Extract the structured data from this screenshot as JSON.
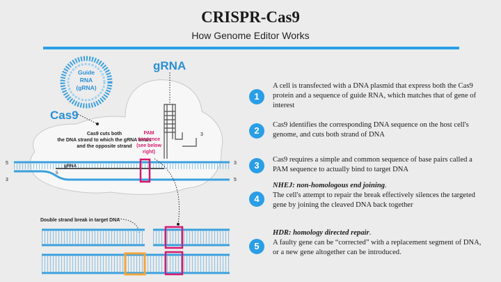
{
  "header": {
    "title": "CRISPR-Cas9",
    "subtitle": "How Genome Editor Works"
  },
  "diagram": {
    "plasmid_label": "Guide RNA (gRNA)",
    "plasmid_label_lines": [
      "Guide",
      "RNA",
      "(gRNA)"
    ],
    "grna_label": "gRNA",
    "cas9_label": "Cas9",
    "cut_note_lines": [
      "Cas9 cuts both",
      "the DNA strand to which the gRNA binds",
      "and the opposite strand"
    ],
    "pam_note_lines": [
      "PAM",
      "sequence",
      "(see below",
      "right)"
    ],
    "grna_small_label": "gRNA",
    "dsb_label": "Double strand break in target DNA",
    "strand_end_5": "5",
    "strand_end_3": "3",
    "colors": {
      "accent_blue": "#2a9ee6",
      "pam_magenta": "#d6196e",
      "insert_orange": "#f2a53a",
      "protein_fill": "#f6f6f6"
    }
  },
  "steps": [
    {
      "number": "1",
      "heading": "",
      "text": "A cell is transfected with a DNA plasmid that express both the Cas9 protein and a sequence of guide RNA, which matches that of gene of interest"
    },
    {
      "number": "2",
      "heading": "",
      "text": "Cas9 identifies the corresponding DNA sequence on the host cell's genome, and cuts both strand of DNA"
    },
    {
      "number": "3",
      "heading": "",
      "text": "Cas9 requires a simple and common sequence of base pairs called a PAM sequence to actually bind to target DNA"
    },
    {
      "number": "4",
      "heading": "NHEJ: non-homologous end joining",
      "text": "The cell's attempt to repair the break effectively silences the targeted gene by joining the cleaved DNA back together"
    },
    {
      "number": "5",
      "heading": "HDR: homology directed repair",
      "text": "A faulty gene can be “corrected” with a replacement segment of DNA, or a new gene altogether can be introduced."
    }
  ]
}
